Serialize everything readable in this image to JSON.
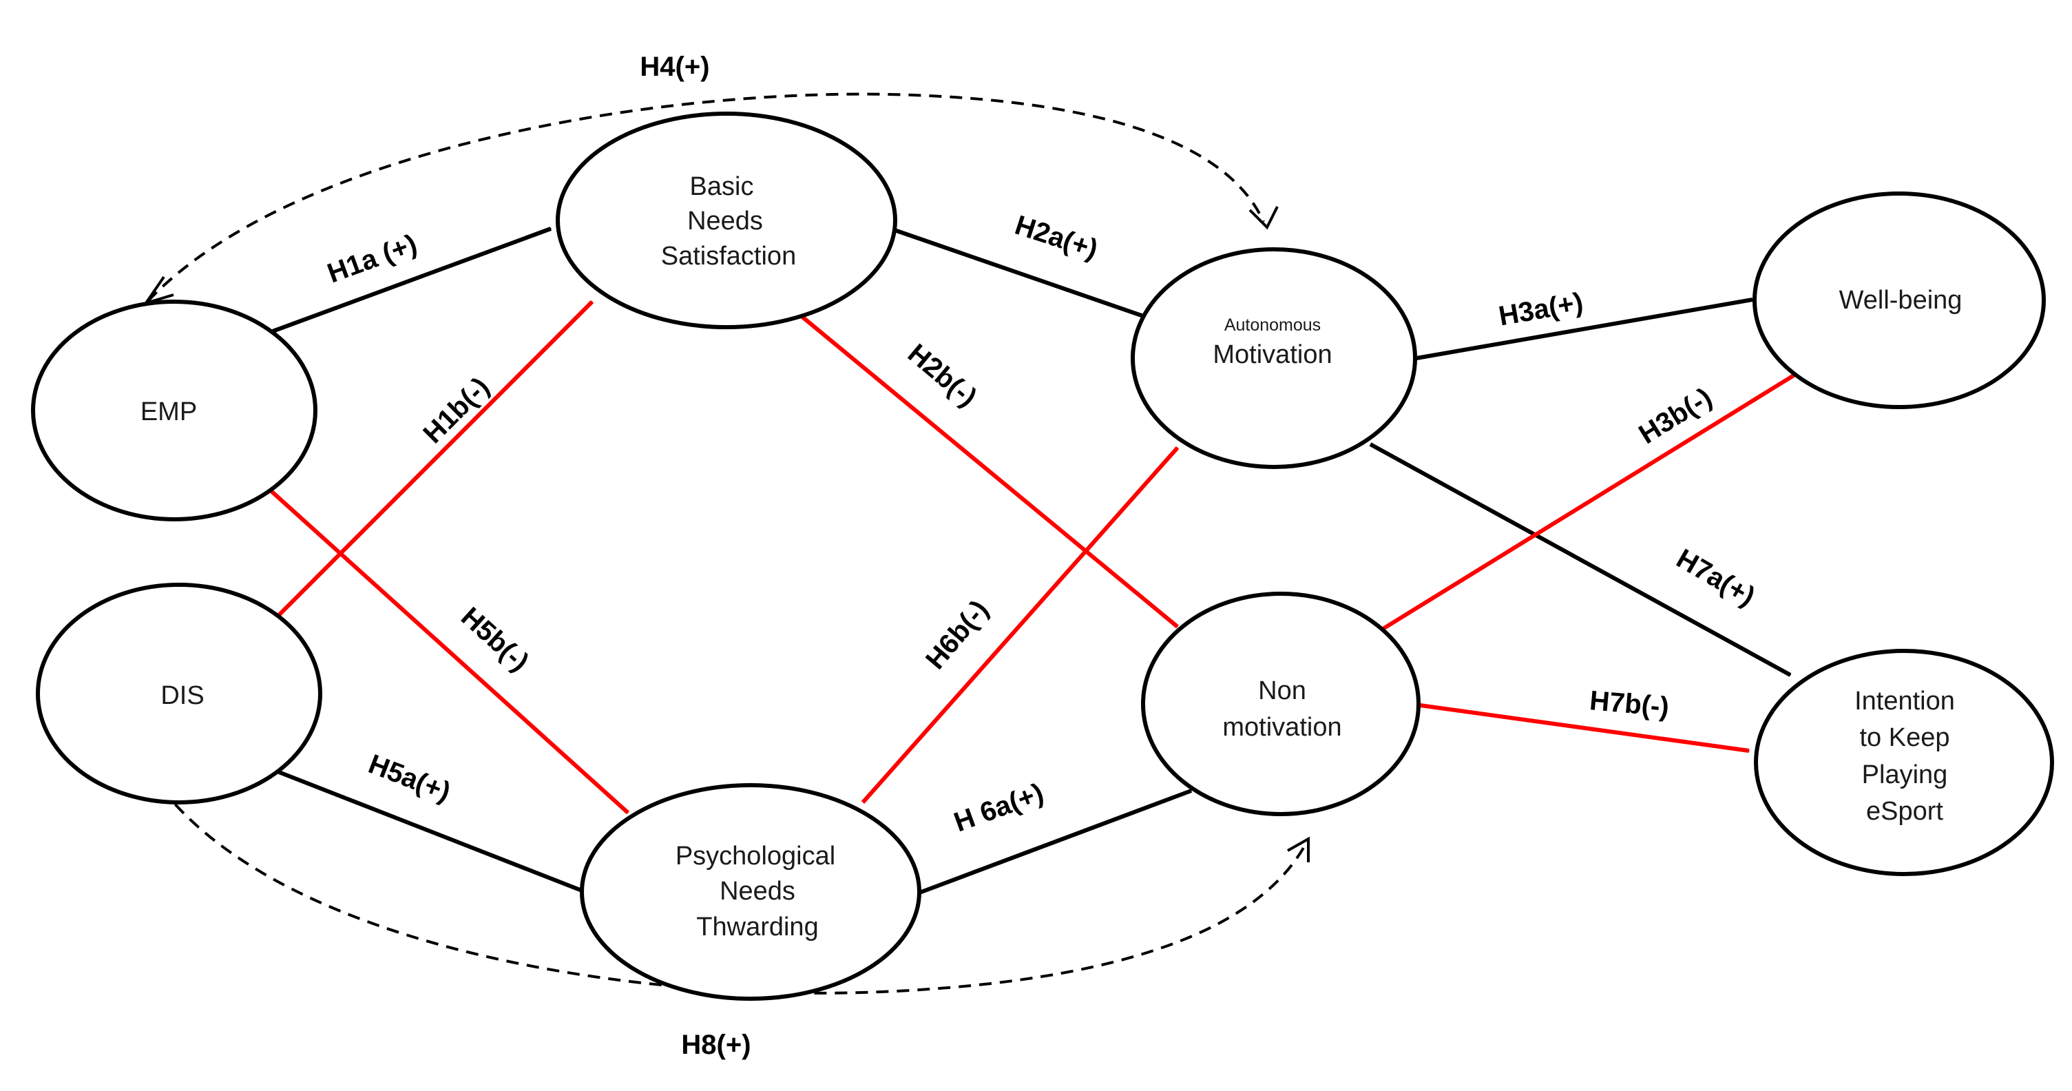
{
  "nodes": {
    "emp": {
      "label": "EMP"
    },
    "dis": {
      "label": "DIS"
    },
    "bns": {
      "lines": [
        "Basic",
        "Needs",
        "Satisfaction"
      ]
    },
    "pnt": {
      "lines": [
        "Psychological",
        "Needs",
        "Thwarding"
      ]
    },
    "am": {
      "line_small": "Autonomous",
      "line_main": "Motivation"
    },
    "nm": {
      "lines": [
        "Non",
        "motivation"
      ]
    },
    "wb": {
      "label": "Well-being"
    },
    "ik": {
      "lines": [
        "Intention",
        "to Keep",
        "Playing",
        "eSport"
      ]
    }
  },
  "hypotheses": {
    "h1a": "H1a (+)",
    "h1b": "H1b(-)",
    "h2a": "H2a(+)",
    "h2b": "H2b(-)",
    "h3a": "H3a(+)",
    "h3b": "H3b(-)",
    "h4": "H4(+)",
    "h5a": "H5a(+)",
    "h5b": "H5b(-)",
    "h6a": "H 6a(+)",
    "h6b": "H6b(-)",
    "h7a": "H7a(+)",
    "h7b": "H7b(-)",
    "h8": "H8(+)"
  },
  "colors": {
    "positive_path": "#000000",
    "negative_path": "#ff0000"
  }
}
